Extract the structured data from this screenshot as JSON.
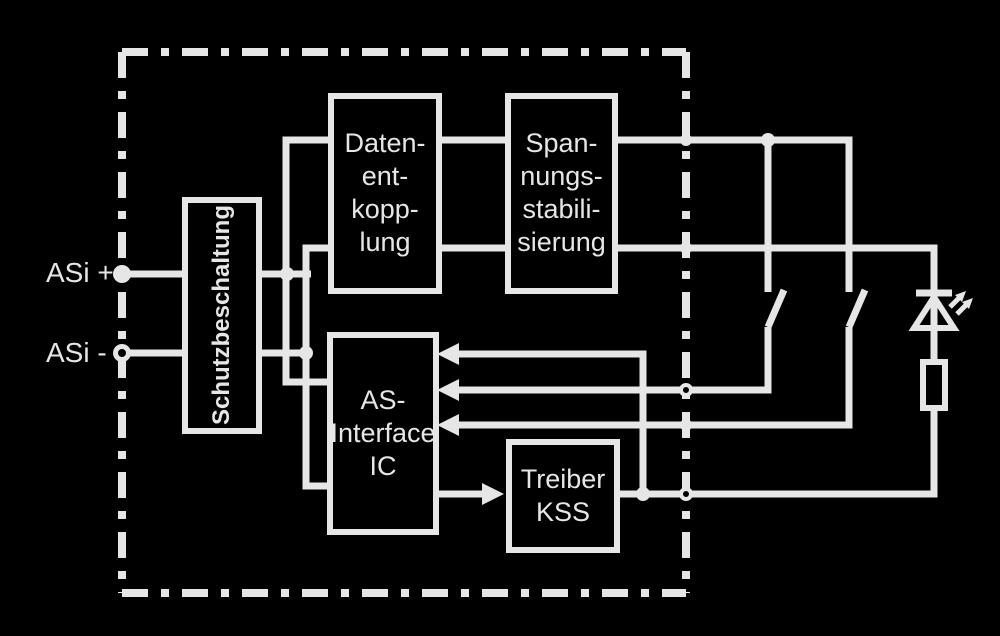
{
  "colors": {
    "background": "#000000",
    "ink": "#e6e6e6"
  },
  "terminals": {
    "asi_plus": {
      "label": "ASi +",
      "marker": "filled-dot-terminal"
    },
    "asi_minus": {
      "label": "ASi -",
      "marker": "open-ring-terminal"
    }
  },
  "blocks": {
    "schutzbeschaltung": {
      "label": "Schutzbeschaltung"
    },
    "datenentkopplung": {
      "label": "Daten-\nent-\nkopp-\nlung"
    },
    "spannungsstabilisierung": {
      "label": "Span-\nnungs-\nstabili-\nsierung"
    },
    "as_interface_ic": {
      "label": "AS-\nInterface\nIC"
    },
    "treiber_kss": {
      "label": "Treiber\nKSS"
    }
  },
  "symbols": {
    "module_boundary": "dash-dot-rectangle",
    "switch_count": 2,
    "led": "led-with-emission-arrows",
    "resistor": "hollow-rectangle"
  }
}
